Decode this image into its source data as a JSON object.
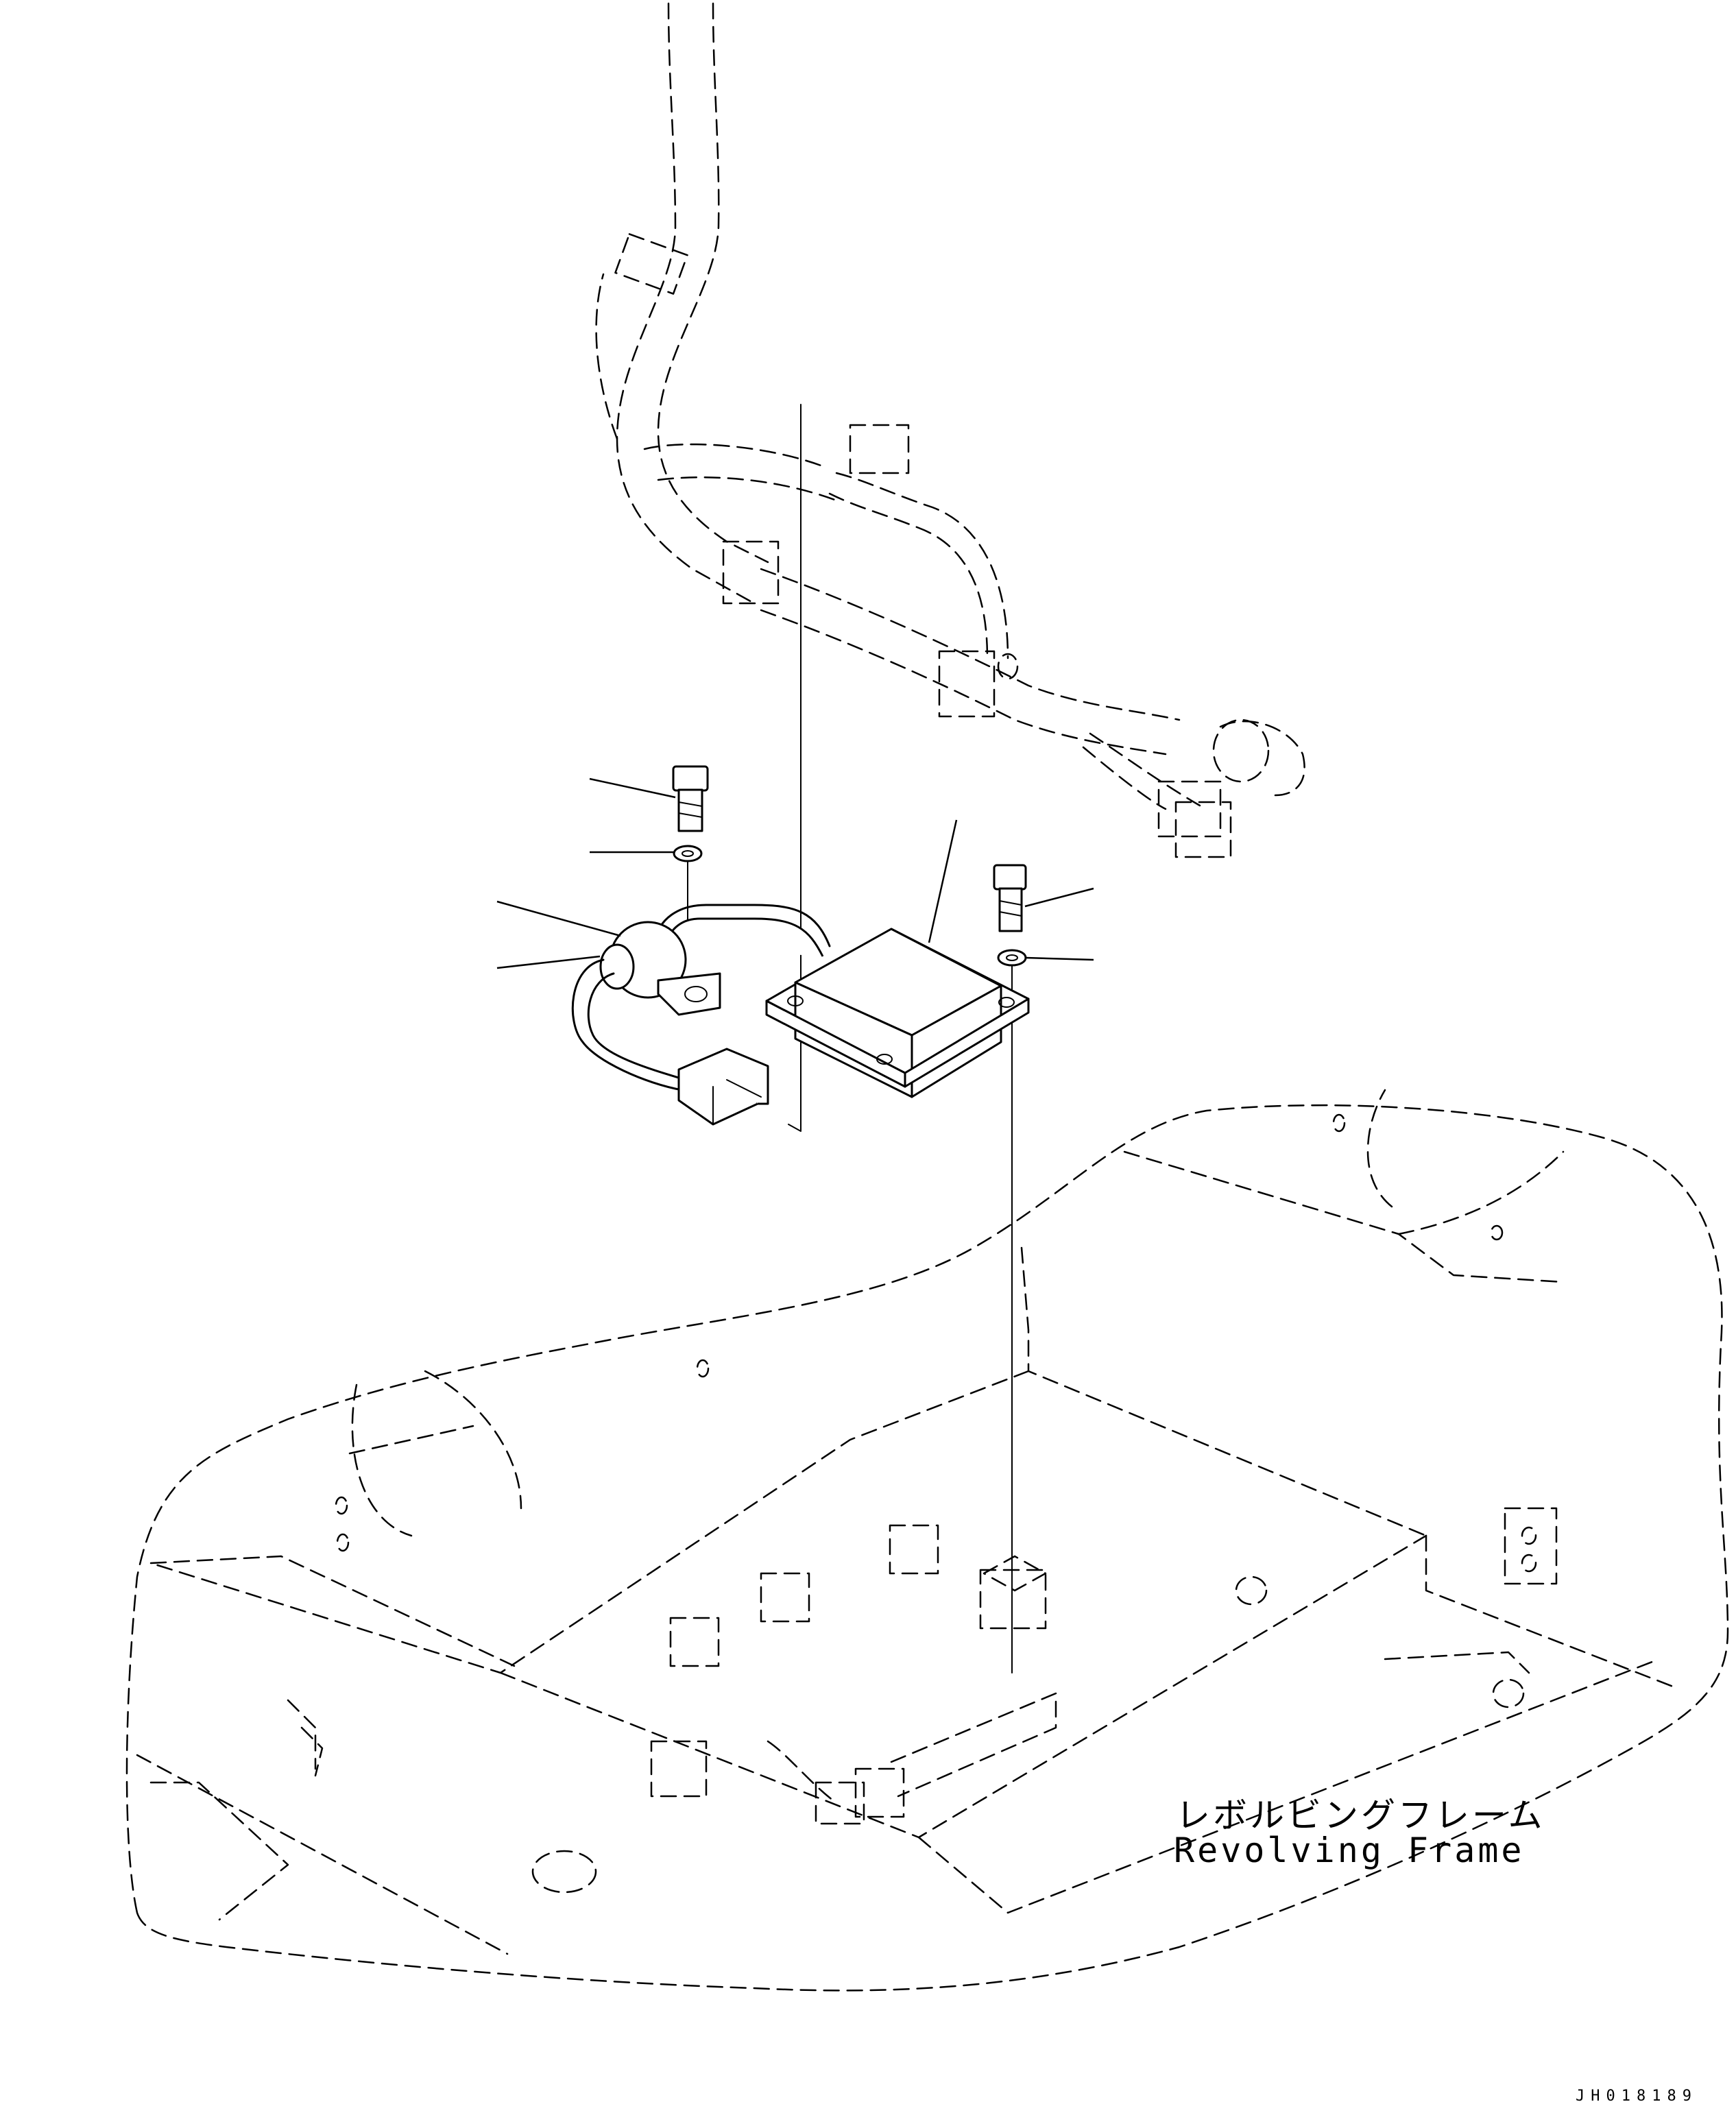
{
  "frame_label_jp": "レボルビングフレーム",
  "frame_label_en": "Revolving Frame",
  "drawing_code": "JH018189",
  "line_color": "#000000",
  "background_color": "#ffffff"
}
